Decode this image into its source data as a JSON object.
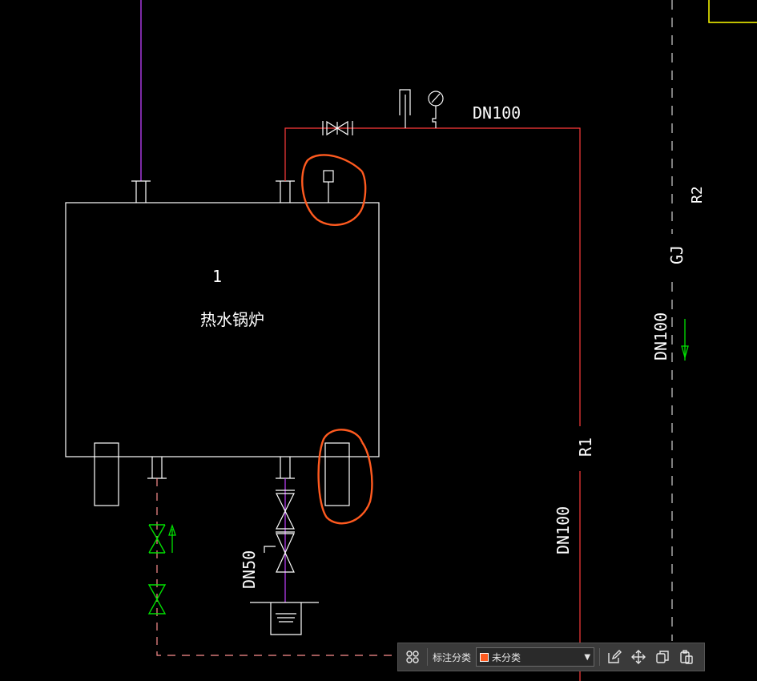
{
  "drawing": {
    "equipment_number": "1",
    "equipment_name": "热水锅炉",
    "pipe_labels": {
      "top_size": "DN100",
      "right_size": "DN100",
      "right_line": "R1",
      "far_right_size": "DN100",
      "far_right_line": "GJ",
      "far_right_code": "R2",
      "drain_size": "DN50"
    },
    "colors": {
      "background": "#000000",
      "outline": "#ffffff",
      "supply_pipe": "#ff3b3b",
      "return_pipe": "#ff9090",
      "purple_pipe": "#c040ff",
      "green_symbols": "#00e000",
      "frame_yellow": "#ffff00",
      "annotation_orange": "#ff5a1f"
    }
  },
  "toolbar": {
    "category_label": "标注分类",
    "category_value": "未分类",
    "icons": [
      "grid-icon",
      "edit-icon",
      "move-icon",
      "copy-icon",
      "paste-icon"
    ]
  }
}
